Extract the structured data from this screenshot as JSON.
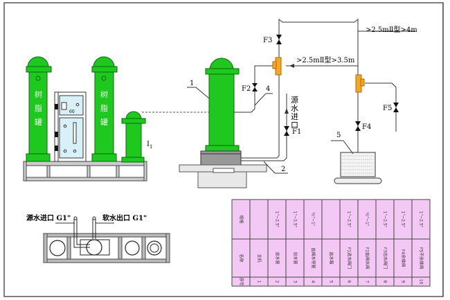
{
  "colors": {
    "tank_green": "#1ec81e",
    "tank_outline": "#0a6a0a",
    "valve_orange": "#f5a623",
    "panel_blue": "#d8f0f8",
    "table_pink": "#f4c8f4",
    "line": "#333333"
  },
  "left_assembly": {
    "tank_label_chars": [
      "树",
      "脂",
      "罐"
    ],
    "controller_display": "60",
    "brine_tank_label": "I",
    "brine_tank_label_sub": "1"
  },
  "piping": {
    "label_component_1": "1",
    "label_component_2": "2",
    "label_component_4": "4",
    "label_component_5": "5",
    "valve_f1": "F1",
    "valve_f2": "F2",
    "valve_f3": "F3",
    "valve_f4": "F4",
    "valve_f5": "F5",
    "source_inlet_chars": [
      "源",
      "水",
      "进",
      "口"
    ],
    "height_note_upper": ">2.5mⅡ型>4m",
    "height_note_middle": ">2.5mⅡ型>3.5m"
  },
  "top_view": {
    "inlet_label": "源水进口 G1\"",
    "outlet_label": "软水出口 G1\""
  },
  "parts_table": {
    "header_no": "序号",
    "header_name": "名称",
    "header_spec": "规格",
    "rows": [
      {
        "no": "1",
        "name": "主机",
        "spec": ""
      },
      {
        "no": "2",
        "name": "进水管",
        "spec": "1\"~2.5\""
      },
      {
        "no": "3",
        "name": "出水管",
        "spec": "1\"~2.5\""
      },
      {
        "no": "4",
        "name": "盐阀水导管",
        "spec": "½\"~1\""
      },
      {
        "no": "5",
        "name": "盐水箱",
        "spec": ""
      },
      {
        "no": "6",
        "name": "F1进水阀门",
        "spec": "1\"~2.5\""
      },
      {
        "no": "7",
        "name": "F2盐阀水阀",
        "spec": "½\"~1\""
      },
      {
        "no": "8",
        "name": "F3出水阀门",
        "spec": "1\"~2.5\""
      },
      {
        "no": "9",
        "name": "F4余排阀",
        "spec": "1\"~2.5\""
      },
      {
        "no": "10",
        "name": "F5不余排阀",
        "spec": "1\"~2.5\""
      }
    ]
  }
}
